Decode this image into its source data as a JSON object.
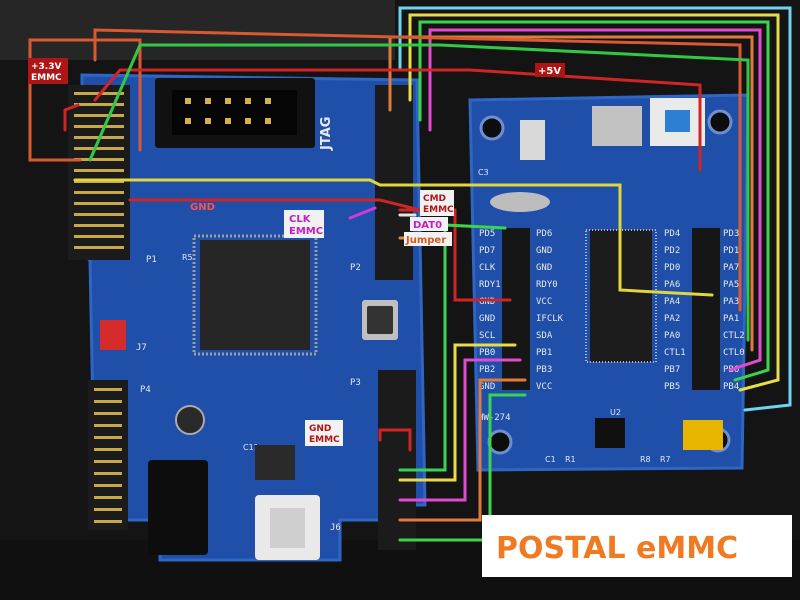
{
  "title": "POSTAL eMMC",
  "labels": {
    "v33": "+3.3V",
    "v33_emmc": "EMMC",
    "v5": "+5V",
    "gnd": "GND",
    "cmd": "CMD",
    "cmd_emmc": "EMMC",
    "clk": "CLK",
    "clk_emmc": "EMMC",
    "dat0": "DAT0",
    "jumper": "Jumper",
    "gnd2": "GND",
    "gnd2_emmc": "EMMC"
  },
  "board_left": {
    "jtag": "JTAG",
    "headers": {
      "p1": "P1",
      "p2": "P2",
      "p3": "P3",
      "p4": "P4",
      "j6": "J6",
      "j7": "J7",
      "c11": "C11",
      "r5": "R5"
    }
  },
  "board_right": {
    "model": "HW-274",
    "pins_left": [
      "PD5",
      "PD7",
      "CLK",
      "RDY1",
      "GND",
      "GND",
      "SCL",
      "PB0",
      "PB2",
      "GND"
    ],
    "pins_mid": [
      "PD6",
      "GND",
      "GND",
      "RDY0",
      "VCC",
      "IFCLK",
      "SDA",
      "PB1",
      "PB3",
      "VCC"
    ],
    "pins_right": [
      "PD4",
      "PD2",
      "PD0",
      "PA6",
      "PA4",
      "PA2",
      "PA0",
      "CTL1",
      "PB7",
      "PB5"
    ],
    "pins_far": [
      "PD3",
      "PD1",
      "PA7",
      "PA5",
      "PA3",
      "PA1",
      "CTL2",
      "CTL0",
      "PB6",
      "PB4"
    ],
    "silk": {
      "c1": "C1",
      "r1": "R1",
      "r8": "R8",
      "r7": "R7",
      "c3": "C3",
      "u2": "U2"
    }
  },
  "colors": {
    "pcb": "#1f4fa8",
    "title_text": "#f07a22",
    "label_bg": "#a11414"
  }
}
